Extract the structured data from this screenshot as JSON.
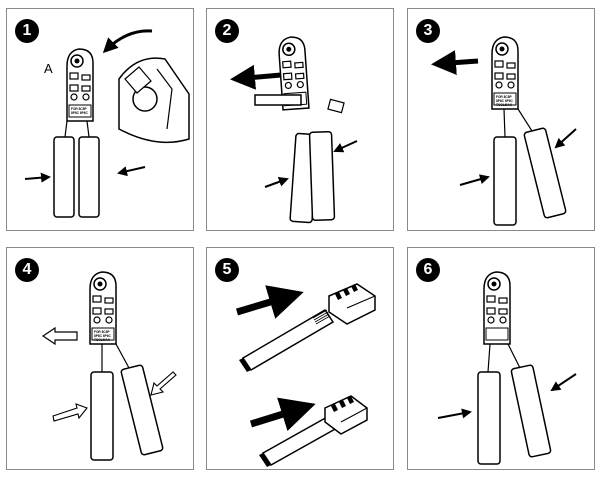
{
  "steps": [
    {
      "number": "1",
      "callout": "A"
    },
    {
      "number": "2"
    },
    {
      "number": "3"
    },
    {
      "number": "4"
    },
    {
      "number": "5"
    },
    {
      "number": "6"
    }
  ],
  "tool_print": {
    "line1": "FOR 8C8P",
    "line2": "8P8C 6P6C",
    "line3": "TOOLMAX"
  },
  "colors": {
    "line": "#000000",
    "handle_fill": "#ffffff",
    "arrow_fill": "#000000",
    "outline_arrow_fill": "#ffffff",
    "panel_border": "#8a8a8a"
  }
}
